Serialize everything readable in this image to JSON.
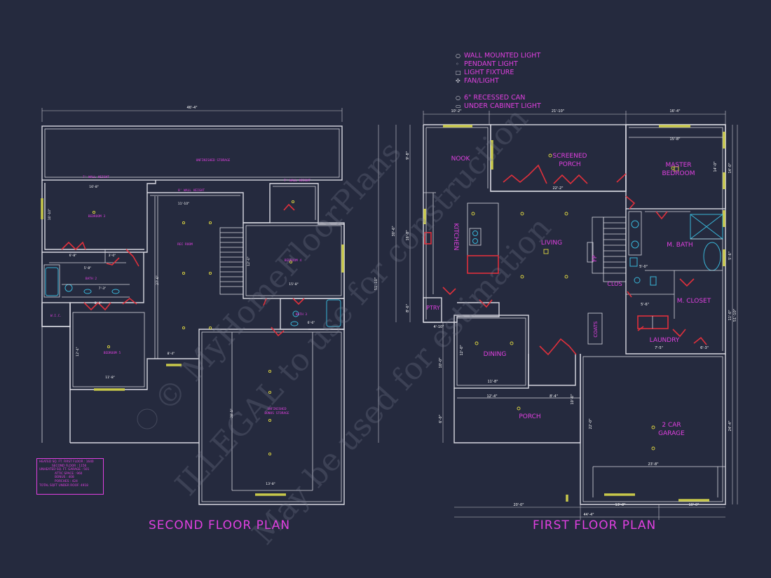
{
  "titles": {
    "second": "SECOND FLOOR PLAN",
    "first": "FIRST FLOOR PLAN"
  },
  "legend": {
    "items": [
      {
        "icon": "wall-light-icon",
        "glyph": "○",
        "label": "WALL MOUNTED LIGHT"
      },
      {
        "icon": "pendant-light-icon",
        "glyph": "◦",
        "label": "PENDANT LIGHT"
      },
      {
        "icon": "light-fixture-icon",
        "glyph": "□",
        "label": "LIGHT FIXTURE"
      },
      {
        "icon": "fan-light-icon",
        "glyph": "✣",
        "label": "FAN/LIGHT"
      },
      {
        "icon": "recessed-can-icon",
        "glyph": "○",
        "label": "6\" RECESSED CAN"
      },
      {
        "icon": "under-cabinet-light-icon",
        "glyph": "▭",
        "label": "UNDER CABINET LIGHT"
      }
    ]
  },
  "second_floor": {
    "rooms": {
      "unfinished_storage": "UNFINISHED STORAGE",
      "bedroom3": "BEDROOM 3",
      "rec_room": "REC ROOM",
      "bedroom4": "BEDROOM 4",
      "bath2": "BATH 2",
      "bath3": "BATH 3",
      "bedroom5": "BEDROOM 5",
      "wic": "W.I.C.",
      "bonus1": "UNFINISHED",
      "bonus2": "BONUS STORAGE",
      "wall_height_a": "7' WALL HEIGHT",
      "wall_height_b": "8' WALL HEIGHT",
      "wall_height_c": "7' WALL HEIGHT"
    },
    "dims": {
      "overall": "46'-4\"",
      "b3_width": "16'-8\"",
      "b3_depth": "10'-10\"",
      "rec_width": "11'-10\"",
      "rec_depth": "27'-6\"",
      "b4_depth": "12'-0\"",
      "b4_width": "15'-8\"",
      "b5_width": "11'-8\"",
      "b5_depth": "12'-4\"",
      "hall": "8'-4\"",
      "bath2_w": "7'-3\"",
      "bath2_d": "8'-0\"",
      "bath3_w": "6'-6\"",
      "bonus_w": "13'-8\"",
      "bonus_d": "28'-5\"",
      "closet_a": "6'-8\"",
      "closet_b": "3'-0\"",
      "closet_c": "5'-8\""
    },
    "stats": [
      "HEATED SQ. FT. FIRST FLOOR : 1640",
      "SECOND FLOOR : 1156",
      "UNHEATED SQ. FT. GARAGE : 501",
      "ATTIC SPACE : 960",
      "BONUS : 408",
      "PORCHES : 424",
      "TOTAL SQFT UNDER ROOF: 4918"
    ]
  },
  "first_floor": {
    "rooms": {
      "nook": "NOOK",
      "screened1": "SCREENED",
      "screened2": "PORCH",
      "master1": "MASTER",
      "master2": "BEDROOM",
      "kitchen": "KITCHEN",
      "living": "LIVING",
      "fp": "FP",
      "mbath": "M. BATH",
      "clos": "CLOS",
      "mcloset": "M. CLOSET",
      "pantry": "PTRY",
      "coats": "COATS",
      "laundry": "LAUNDRY",
      "dining": "DINING",
      "porch": "PORCH",
      "garage1": "2 CAR",
      "garage2": "GARAGE"
    },
    "dims": {
      "overall_w": "44'-4\"",
      "top_a": "10'-2\"",
      "top_b": "21'-10\"",
      "top_c": "16'-4\"",
      "screened_w": "22'-2\"",
      "master_w": "15'-8\"",
      "master_d": "14'-0\"",
      "left_overall": "51'-10\"",
      "left_a": "9'-8\"",
      "left_b": "16'-8\"",
      "left_c": "8'-6\"",
      "left_d": "10'-0\"",
      "left_e": "6'-0\"",
      "kitchen_overall": "30'-6\"",
      "dining_w": "11'-8\"",
      "dining_d": "12'-0\"",
      "porch_a": "12'-4\"",
      "porch_b": "8'-4\"",
      "porch_c": "10'-0\"",
      "garage_w": "23'-8\"",
      "garage_d": "22'-0\"",
      "garage_total": "24'-4\"",
      "bottom_a": "20'-0\"",
      "bottom_b": "13'-8\"",
      "bottom_c": "10'-0\"",
      "right_a": "14'-0\"",
      "right_b": "5'-6\"",
      "right_c": "11'-0\"",
      "right_overall": "51'-10\"",
      "mbath_w": "5'-0\"",
      "laundry_w": "7'-5\"",
      "mcloset_w": "6'-3\"",
      "clos_w": "5'-6\"",
      "pantry_w": "4'-10\""
    }
  },
  "watermark": [
    "© MyHomeFloorPlans",
    "ILLEGAL to use for construction",
    "May be used for estimation"
  ],
  "colors": {
    "background": "#252a3e",
    "wall": "#d8d8e0",
    "label": "#e040e0",
    "door": "#e0303c",
    "window": "#c8c84a",
    "fixture": "#39b6d8"
  }
}
